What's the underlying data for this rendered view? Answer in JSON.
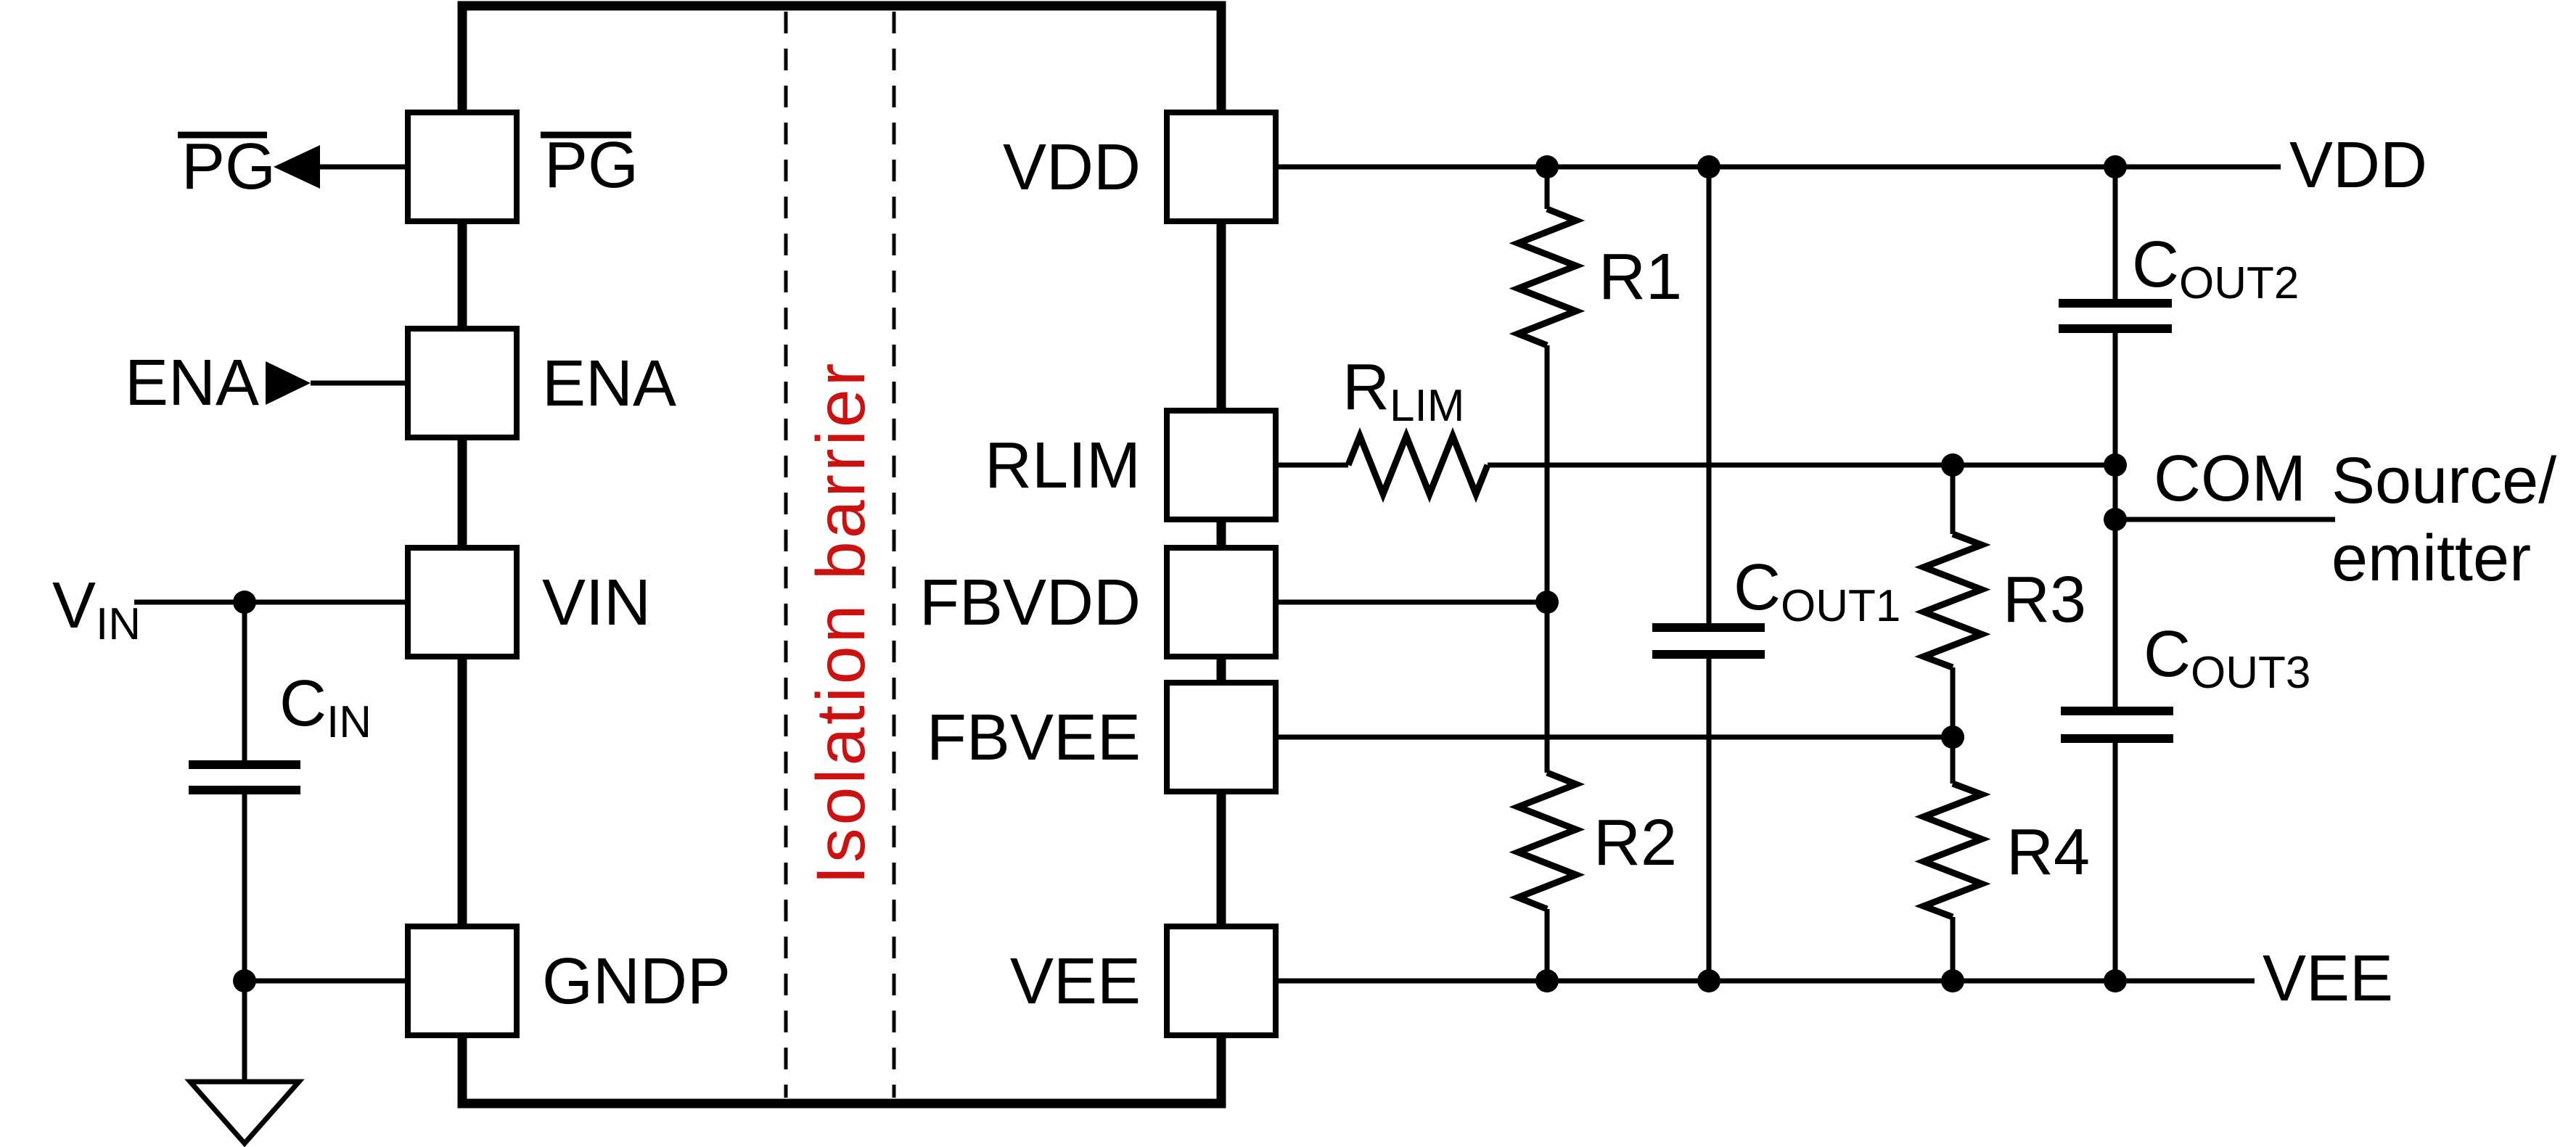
{
  "colors": {
    "line": "#000000",
    "background": "#FFFFFF",
    "isolation_text": "#CC1111"
  },
  "ic": {
    "isolation_label": "Isolation barrier",
    "left_pins": {
      "pg": "PG",
      "ena": "ENA",
      "vin": "VIN",
      "gndp": "GNDP"
    },
    "right_pins": {
      "vdd": "VDD",
      "rlim": "RLIM",
      "fbvdd": "FBVDD",
      "fbvee": "FBVEE",
      "vee": "VEE"
    }
  },
  "signals": {
    "pg": "PG",
    "ena": "ENA",
    "vin": {
      "main": "V",
      "sub": "IN"
    },
    "vdd": "VDD",
    "com": "COM",
    "source": "Source/",
    "emitter": "emitter",
    "vee": "VEE"
  },
  "components": {
    "cin": {
      "main": "C",
      "sub": "IN"
    },
    "rlim": {
      "main": "R",
      "sub": "LIM"
    },
    "r1": "R1",
    "r2": "R2",
    "r3": "R3",
    "r4": "R4",
    "cout1": {
      "main": "C",
      "sub": "OUT1"
    },
    "cout2": {
      "main": "C",
      "sub": "OUT2"
    },
    "cout3": {
      "main": "C",
      "sub": "OUT3"
    }
  }
}
